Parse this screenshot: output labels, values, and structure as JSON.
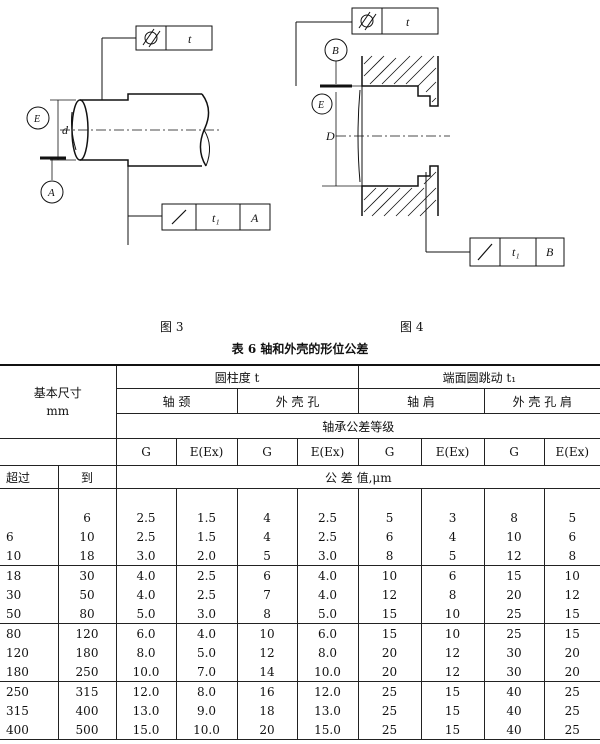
{
  "figures": {
    "fig3": {
      "caption": "图 3",
      "frame_top": {
        "symbol": "cylindricity",
        "value": "t"
      },
      "frame_bottom": {
        "symbol": "runout",
        "value": "t₁",
        "datum": "A"
      },
      "labels": {
        "circle_e": "E",
        "diameter": "d",
        "datum_circle": "A"
      }
    },
    "fig4": {
      "caption": "图 4",
      "frame_top": {
        "symbol": "cylindricity",
        "value": "t"
      },
      "frame_bottom": {
        "symbol": "runout",
        "value": "t₁",
        "datum": "B"
      },
      "labels": {
        "circle_e": "E",
        "diameter": "D",
        "datum_circle": "B"
      }
    }
  },
  "table": {
    "title": "表 6   轴和外壳的形位公差",
    "headers": {
      "basic_size": "基本尺寸",
      "unit": "mm",
      "cylindricity": "圆柱度   t",
      "face_runout": "端面圆跳动   t₁",
      "journal": "轴    颈",
      "housing_hole": "外  壳  孔",
      "shoulder": "轴    肩",
      "housing_shoulder": "外  壳  孔  肩",
      "grade_row": "轴承公差等级",
      "grades": [
        "G",
        "E(Ex)",
        "G",
        "E(Ex)",
        "G",
        "E(Ex)",
        "G",
        "E(Ex)"
      ],
      "over": "超过",
      "to": "到",
      "tol_value": "公      差      值,μm"
    },
    "groups": [
      [
        [
          "",
          "6",
          "2.5",
          "1.5",
          "4",
          "2.5",
          "5",
          "3",
          "8",
          "5"
        ],
        [
          "6",
          "10",
          "2.5",
          "1.5",
          "4",
          "2.5",
          "6",
          "4",
          "10",
          "6"
        ],
        [
          "10",
          "18",
          "3.0",
          "2.0",
          "5",
          "3.0",
          "8",
          "5",
          "12",
          "8"
        ]
      ],
      [
        [
          "18",
          "30",
          "4.0",
          "2.5",
          "6",
          "4.0",
          "10",
          "6",
          "15",
          "10"
        ],
        [
          "30",
          "50",
          "4.0",
          "2.5",
          "7",
          "4.0",
          "12",
          "8",
          "20",
          "12"
        ],
        [
          "50",
          "80",
          "5.0",
          "3.0",
          "8",
          "5.0",
          "15",
          "10",
          "25",
          "15"
        ]
      ],
      [
        [
          "80",
          "120",
          "6.0",
          "4.0",
          "10",
          "6.0",
          "15",
          "10",
          "25",
          "15"
        ],
        [
          "120",
          "180",
          "8.0",
          "5.0",
          "12",
          "8.0",
          "20",
          "12",
          "30",
          "20"
        ],
        [
          "180",
          "250",
          "10.0",
          "7.0",
          "14",
          "10.0",
          "20",
          "12",
          "30",
          "20"
        ]
      ],
      [
        [
          "250",
          "315",
          "12.0",
          "8.0",
          "16",
          "12.0",
          "25",
          "15",
          "40",
          "25"
        ],
        [
          "315",
          "400",
          "13.0",
          "9.0",
          "18",
          "13.0",
          "25",
          "15",
          "40",
          "25"
        ],
        [
          "400",
          "500",
          "15.0",
          "10.0",
          "20",
          "15.0",
          "25",
          "15",
          "40",
          "25"
        ]
      ]
    ]
  }
}
